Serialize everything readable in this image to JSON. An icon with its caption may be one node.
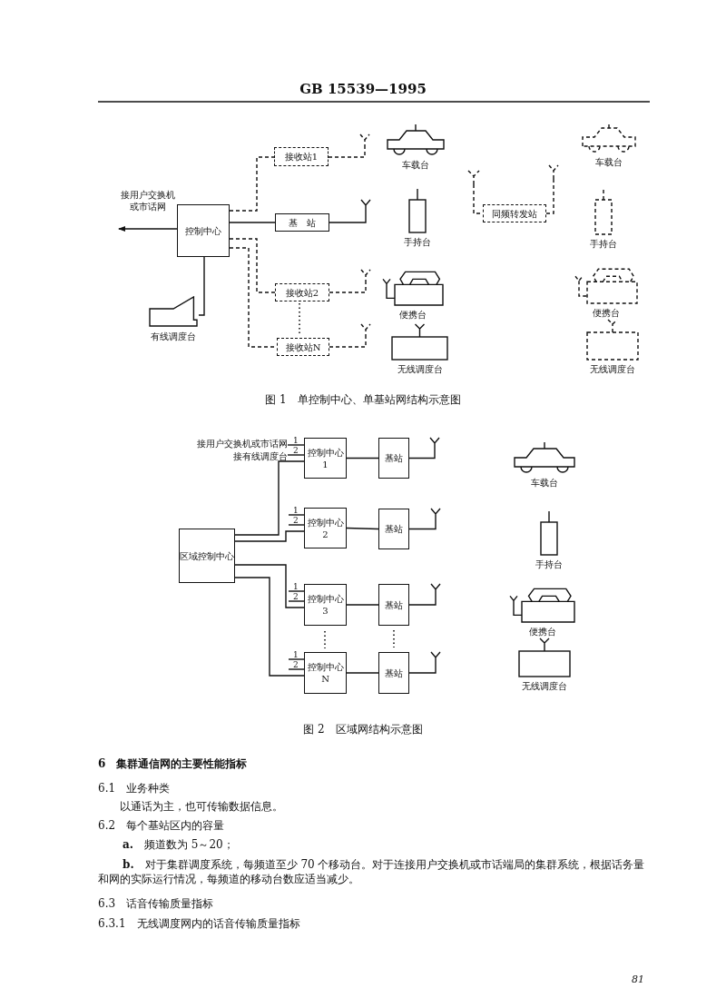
{
  "diagram": {
    "nodes": [
      {
        "text": [
          "控制中心"
        ]
      },
      {
        "text": [
          "接收站1"
        ]
      },
      {
        "text": [
          "基　站"
        ]
      },
      {
        "text": [
          "接收站2"
        ]
      },
      {
        "text": [
          "接收站N"
        ]
      },
      {
        "text": [],
        "shape": "picture",
        "beside": [
          "有线调度台"
        ]
      },
      {
        "text": [],
        "shape": "antenna"
      },
      {
        "text": [],
        "shape": "antenna"
      },
      {
        "text": [],
        "shape": "antenna"
      },
      {
        "text": [],
        "shape": "antenna"
      },
      {
        "text": [],
        "shape": "picture",
        "beside": [
          "车载台"
        ]
      },
      {
        "text": [],
        "shape": "box",
        "beside": [
          "手持台"
        ]
      },
      {
        "text": [],
        "shape": "picture",
        "beside": [
          "便携台"
        ]
      },
      {
        "text": [],
        "shape": "box",
        "beside": [
          "无线调度台"
        ]
      },
      {
        "text": [
          "同频转发站"
        ]
      },
      {
        "text": [],
        "shape": "antenna"
      },
      {
        "text": [],
        "shape": "antenna"
      },
      {
        "text": [],
        "shape": "picture",
        "beside": [
          "车载台"
        ]
      },
      {
        "text": [],
        "shape": "box",
        "beside": [
          "手持台"
        ]
      },
      {
        "text": [],
        "shape": "picture",
        "beside": [
          "便携台"
        ]
      },
      {
        "text": [],
        "shape": "box",
        "beside": [
          "无线调度台"
        ]
      },
      {
        "text": [
          "区域控制中心"
        ]
      },
      {
        "text": [
          "控制中心",
          "1"
        ],
        "beside": [
          "1",
          "2"
        ]
      },
      {
        "text": [
          "基站"
        ]
      },
      {
        "text": [],
        "shape": "antenna"
      },
      {
        "text": [
          "控制中心",
          "2"
        ],
        "beside": [
          "1",
          "2"
        ]
      },
      {
        "text": [
          "基站"
        ]
      },
      {
        "text": [],
        "shape": "antenna"
      },
      {
        "text": [
          "控制中心",
          "3"
        ],
        "beside": [
          "1",
          "2"
        ]
      },
      {
        "text": [
          "基站"
        ]
      },
      {
        "text": [],
        "shape": "antenna"
      },
      {
        "text": [
          "控制中心",
          "N"
        ],
        "beside": [
          "1",
          "2"
        ]
      },
      {
        "text": [
          "基站"
        ]
      },
      {
        "text": [],
        "shape": "antenna"
      },
      {
        "text": [],
        "shape": "picture",
        "beside": [
          "车载台"
        ]
      },
      {
        "text": [],
        "shape": "box",
        "beside": [
          "手持台"
        ]
      },
      {
        "text": [],
        "shape": "picture",
        "beside": [
          "便携台"
        ]
      },
      {
        "text": [],
        "shape": "box",
        "beside": [
          "无线调度台"
        ]
      },
      {
        "text": [
          "接用户交换机或市话网"
        ]
      },
      {
        "text": [
          "接用户交换机或市话网"
        ]
      },
      {
        "text": [
          "接有线调度台"
        ]
      }
    ],
    "edges": [
      {
        "from": 0,
        "to": 38,
        "arrow": "to"
      },
      {
        "from": 0,
        "to": 1,
        "arrow": "none",
        "style": "dashed"
      },
      {
        "from": 0,
        "to": 2,
        "arrow": "none"
      },
      {
        "from": 0,
        "to": 3,
        "arrow": "none",
        "style": "dashed"
      },
      {
        "from": 0,
        "to": 4,
        "arrow": "none",
        "style": "dashed"
      },
      {
        "from": 0,
        "to": 5,
        "arrow": "none"
      },
      {
        "from": 1,
        "to": 6,
        "arrow": "none",
        "style": "dashed"
      },
      {
        "from": 2,
        "to": 7,
        "arrow": "none"
      },
      {
        "from": 3,
        "to": 8,
        "arrow": "none",
        "style": "dashed"
      },
      {
        "from": 4,
        "to": 9,
        "arrow": "none",
        "style": "dashed"
      },
      {
        "from": 15,
        "to": 14,
        "arrow": "none",
        "style": "dashed"
      },
      {
        "from": 14,
        "to": 16,
        "arrow": "none",
        "style": "dashed"
      },
      {
        "from": 21,
        "to": 22,
        "arrow": "none"
      },
      {
        "from": 21,
        "to": 25,
        "arrow": "none"
      },
      {
        "from": 21,
        "to": 28,
        "arrow": "none"
      },
      {
        "from": 21,
        "to": 31,
        "arrow": "none"
      },
      {
        "from": 22,
        "to": 23,
        "arrow": "none"
      },
      {
        "from": 23,
        "to": 24,
        "arrow": "none"
      },
      {
        "from": 25,
        "to": 26,
        "arrow": "none"
      },
      {
        "from": 26,
        "to": 27,
        "arrow": "none"
      },
      {
        "from": 28,
        "to": 29,
        "arrow": "none"
      },
      {
        "from": 29,
        "to": 30,
        "arrow": "none"
      },
      {
        "from": 31,
        "to": 32,
        "arrow": "none"
      },
      {
        "from": 32,
        "to": 33,
        "arrow": "none"
      },
      {
        "from": 39,
        "to": 22,
        "arrow": "none"
      },
      {
        "from": 40,
        "to": 22,
        "arrow": "none"
      },
      {
        "from": null,
        "to": 25,
        "arrow": "none"
      },
      {
        "from": null,
        "to": 25,
        "arrow": "none"
      },
      {
        "from": null,
        "to": 28,
        "arrow": "none"
      },
      {
        "from": null,
        "to": 28,
        "arrow": "none"
      },
      {
        "from": null,
        "to": 31,
        "arrow": "none"
      },
      {
        "from": null,
        "to": 31,
        "arrow": "none"
      }
    ],
    "labels": [
      "GB 15539—1995",
      "图 1　单控制中心、单基站网结构示意图",
      "图 2　区域网结构示意图",
      "6　集群通信网的主要性能指标",
      "6.1　业务种类",
      "以通话为主，也可传输数据信息。",
      "6.2　每个基站区内的容量",
      "**a.**　频道数为 5～20；",
      "**b.**　对于集群调度系统，每频道至少 70 个移动台。对于连接用户交换机或市话端局的集群系统，根据话务量和网的实际运行情况，每频道的移动台数应适当减少。",
      "6.3　话音传输质量指标",
      "6.3.1　无线调度网内的话音传输质量指标",
      "81"
    ]
  }
}
